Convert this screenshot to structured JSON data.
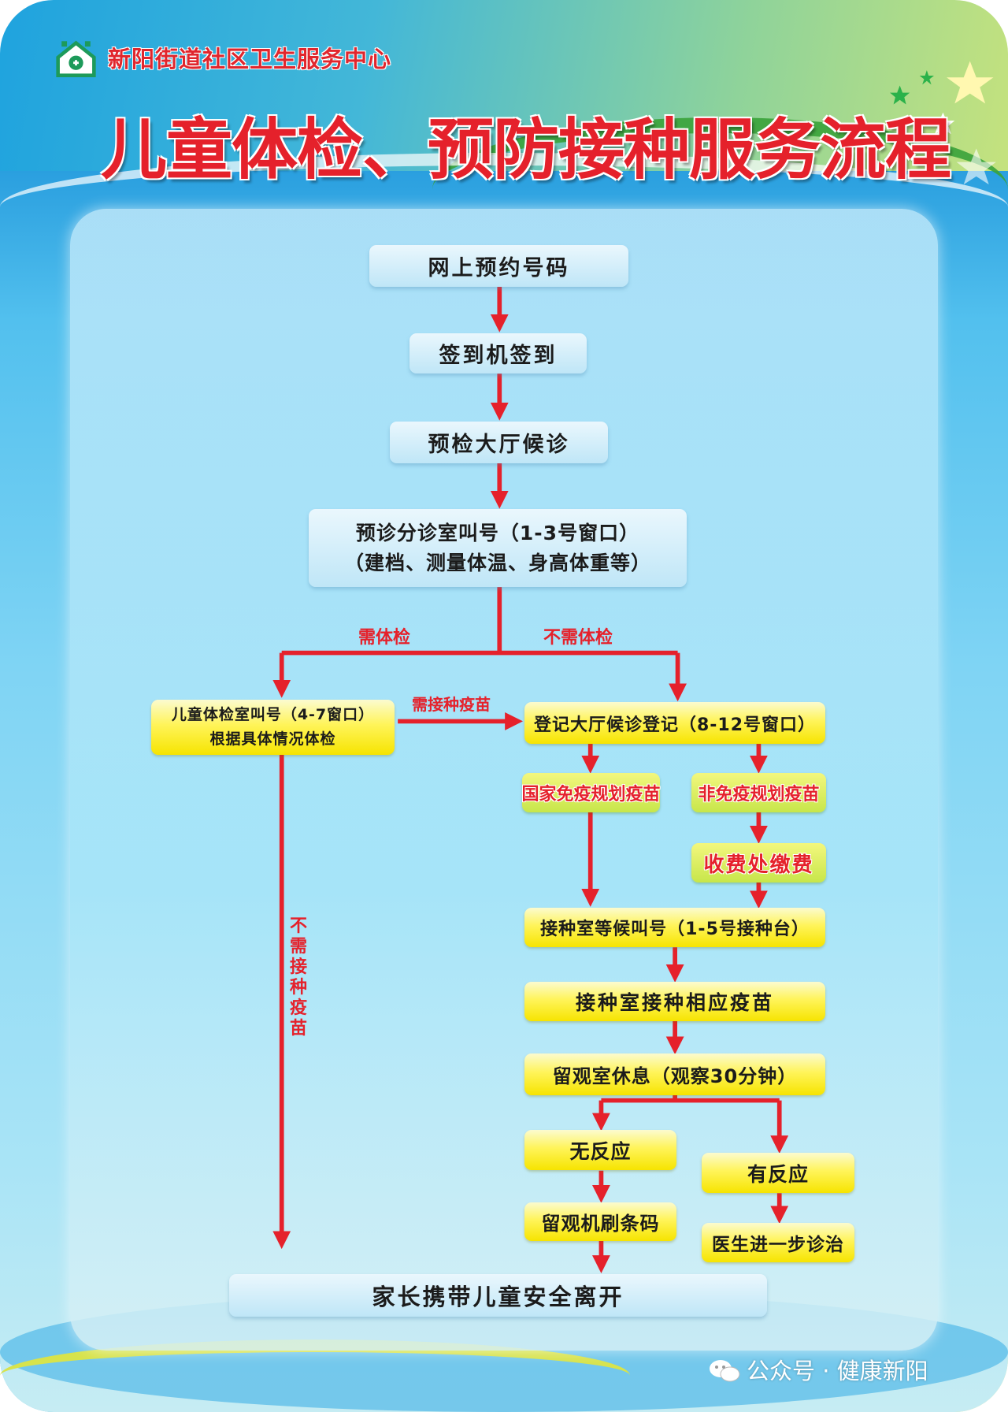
{
  "header": {
    "organization": "新阳街道社区卫生服务中心",
    "title": "儿童体检、预防接种服务流程"
  },
  "flow": {
    "step1": "网上预约号码",
    "step2": "签到机签到",
    "step3": "预检大厅候诊",
    "step4_line1": "预诊分诊室叫号（1-3号窗口）",
    "step4_line2": "（建档、测量体温、身高体重等）",
    "branch_exam": "需体检",
    "branch_no_exam": "不需体检",
    "exam_line1": "儿童体检室叫号（4-7窗口）",
    "exam_line2": "根据具体情况体检",
    "need_vaccine": "需接种疫苗",
    "no_vaccine": "不需接种疫苗",
    "register": "登记大厅候诊登记（8-12号窗口）",
    "national_vaccine": "国家免疫规划疫苗",
    "non_national_vaccine": "非免疫规划疫苗",
    "payment": "收费处缴费",
    "wait_call": "接种室等候叫号（1-5号接种台）",
    "vaccinate": "接种室接种相应疫苗",
    "observe": "留观室休息（观察30分钟）",
    "no_reaction": "无反应",
    "reaction": "有反应",
    "scan_barcode": "留观机刷条码",
    "doctor": "医生进一步诊治",
    "leave": "家长携带儿童安全离开"
  },
  "watermark": {
    "text": "公众号 · 健康新阳"
  },
  "colors": {
    "red": "#e5212b",
    "yellow": "#fff45a",
    "green": "#c7e64a"
  }
}
